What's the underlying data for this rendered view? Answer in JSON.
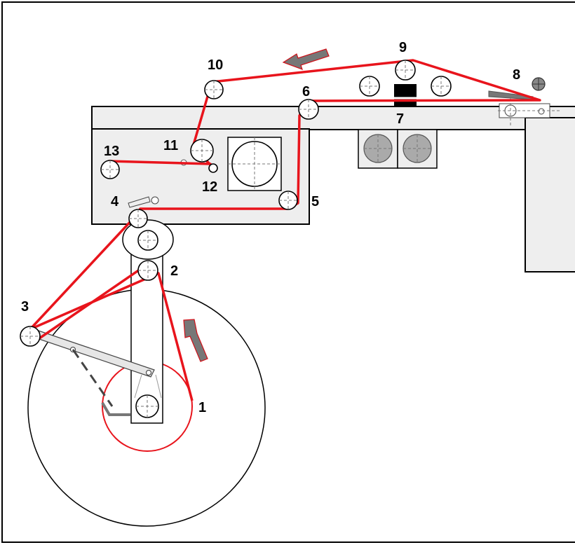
{
  "labels": {
    "r1": "1",
    "r2": "2",
    "r3": "3",
    "r4": "4",
    "r5": "5",
    "r6": "6",
    "r7": "7",
    "r8": "8",
    "r9": "9",
    "r10": "10",
    "r11": "11",
    "r12": "12",
    "r13": "13"
  },
  "colors": {
    "web": "#e8141c",
    "arrow": "#777777",
    "panel": "#eeeeee"
  }
}
